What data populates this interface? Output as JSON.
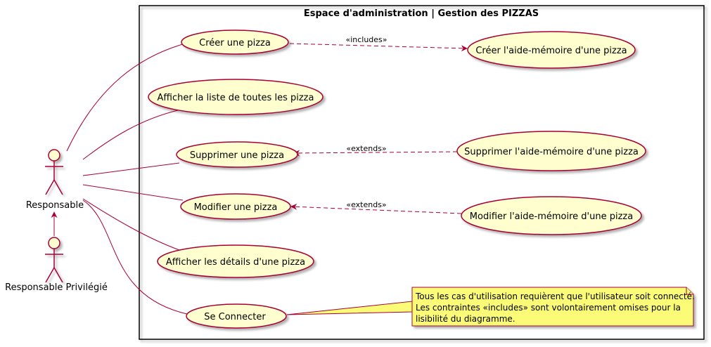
{
  "system": {
    "title": "Espace d'administration | Gestion des PIZZAS"
  },
  "actors": {
    "main": "Responsable",
    "privileged": "Responsable Privilégié"
  },
  "use_cases": {
    "create": "Créer une pizza",
    "list": "Afficher la liste de toutes les pizza",
    "delete": "Supprimer une pizza",
    "modify": "Modifier une pizza",
    "details": "Afficher les détails d'une pizza",
    "connect": "Se Connecter",
    "memo_create": "Créer l'aide-mémoire d'une pizza",
    "memo_delete": "Supprimer l'aide-mémoire d'une pizza",
    "memo_modify": "Modifier l'aide-mémoire d'une pizza"
  },
  "relations": {
    "includes": "«includes»",
    "extends_delete": "«extends»",
    "extends_modify": "«extends»"
  },
  "note": {
    "line1": "Tous les cas d'utilisation requièrent que l'utilisateur soit connecté.",
    "line2": "Les contraintes «includes» sont volontairement omises pour la",
    "line3": "lisibilité du diagramme."
  },
  "colors": {
    "usecase_fill": "#FEFECE",
    "usecase_stroke": "#A80036",
    "note_fill": "#FBFB77",
    "note_stroke": "#A80036",
    "line": "#A80036",
    "frame": "#000000"
  }
}
